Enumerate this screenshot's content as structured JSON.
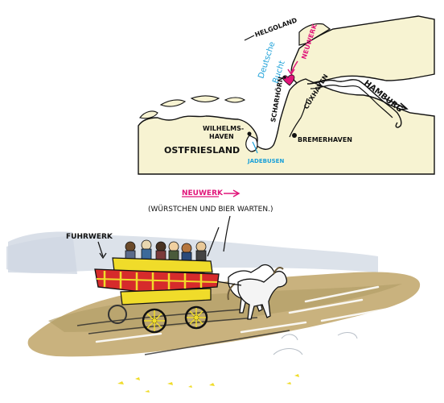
{
  "map": {
    "places": {
      "helgoland": "HELGOLAND",
      "neuwerk": "NEUWERK",
      "deutsche": "Deutsche",
      "bucht": "Bucht",
      "hamburg": "HAMBURG",
      "cuxhaven": "CUXHAVEN",
      "scharhoern": "SCHARHÖRN",
      "wilhelmshaven_1": "WILHELMS-",
      "wilhelmshaven_2": "HAVEN",
      "ostfriesland": "OSTFRIESLAND",
      "bremerhaven": "BREMERHAVEN",
      "jadebusen": "JADEBUSEN"
    },
    "colors": {
      "land": "#f7f3d2",
      "ink": "#111111",
      "accent_pink": "#e0157a",
      "water_blue": "#1aa0d8"
    }
  },
  "scene": {
    "neuwerk_label": "NEUWERK",
    "caption": "(WÜRSTCHEN UND BIER WARTEN.)",
    "fuhrwerk_label": "FUHRWERK",
    "colors": {
      "sand": "#c9b27e",
      "wet_sand": "#b49f6a",
      "sky_haze": "#d6dde6",
      "wagon_red": "#d62b2b",
      "wagon_yellow": "#f0dc2a"
    }
  }
}
